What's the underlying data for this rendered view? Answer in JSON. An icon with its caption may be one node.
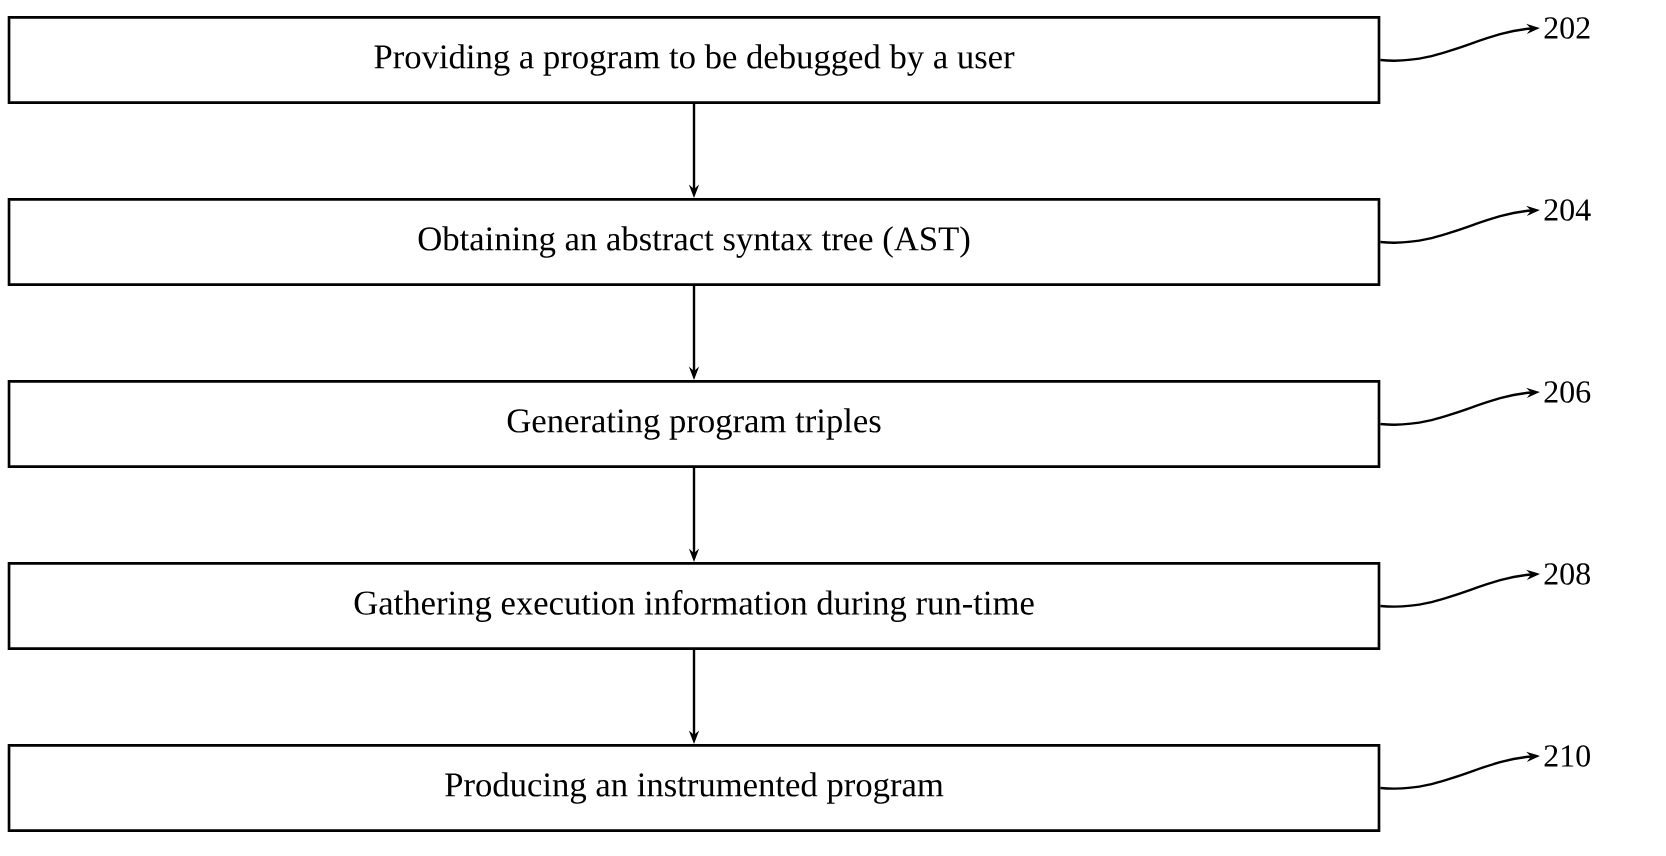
{
  "diagram": {
    "nodes": [
      {
        "text": [
          "Providing a program to be debugged by a user"
        ]
      },
      {
        "text": [
          "202"
        ]
      },
      {
        "text": [
          "Obtaining an abstract syntax tree (AST)"
        ]
      },
      {
        "text": [
          "204"
        ]
      },
      {
        "text": [
          "Generating program triples"
        ]
      },
      {
        "text": [
          "206"
        ]
      },
      {
        "text": [
          "Gathering execution information during run-time"
        ]
      },
      {
        "text": [
          "208"
        ]
      },
      {
        "text": [
          "Producing an instrumented program"
        ]
      },
      {
        "text": [
          "210"
        ]
      }
    ],
    "edges": [
      {
        "from": 0,
        "to": 2,
        "arrow": "to"
      },
      {
        "from": 2,
        "to": 4,
        "arrow": "to"
      },
      {
        "from": 4,
        "to": 6,
        "arrow": "to"
      },
      {
        "from": 6,
        "to": 8,
        "arrow": "to"
      },
      {
        "from": 0,
        "to": 1,
        "arrow": "to"
      },
      {
        "from": 2,
        "to": 3,
        "arrow": "to"
      },
      {
        "from": 4,
        "to": 5,
        "arrow": "to"
      },
      {
        "from": 6,
        "to": 7,
        "arrow": "to"
      },
      {
        "from": 8,
        "to": 9,
        "arrow": "to"
      }
    ]
  }
}
